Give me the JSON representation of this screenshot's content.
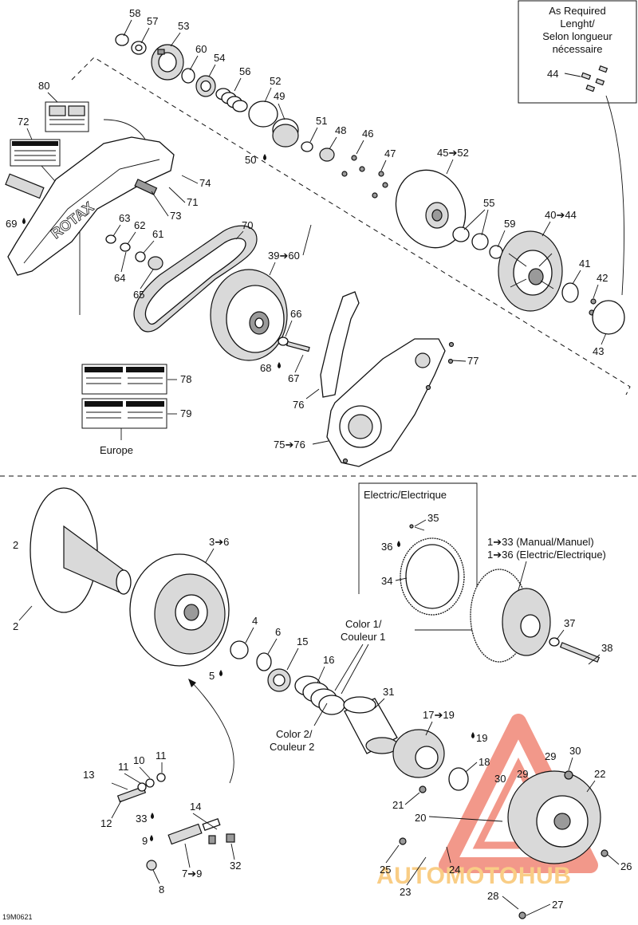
{
  "notes": {
    "as_required": [
      "As Required",
      "Lenght/",
      "Selon longueur",
      "nécessaire"
    ],
    "electric": "Electric/Electrique",
    "europe": "Europe",
    "color1": [
      "Color 1/",
      "Couleur 1"
    ],
    "color2": [
      "Color 2/",
      "Couleur 2"
    ],
    "range_manual": "1➔33 (Manual/Manuel)",
    "range_electric": "1➔36 (Electric/Electrique)",
    "figure_id": "19M0621"
  },
  "logos": {
    "rotax": "ROTAX",
    "watermark": "AUTOMOTOHUB"
  },
  "colors": {
    "line": "#111111",
    "shade": "#d9d9d9",
    "watermark_red": "#e8442b",
    "watermark_orange": "#f5a623"
  },
  "callouts": {
    "c58": "58",
    "c57": "57",
    "c53": "53",
    "c60": "60",
    "c54": "54",
    "c56": "56",
    "c52": "52",
    "c49": "49",
    "c51": "51",
    "c48": "48",
    "c46": "46",
    "c47": "47",
    "c50": "50",
    "c80": "80",
    "c72": "72",
    "c74": "74",
    "c71": "71",
    "c73": "73",
    "c69": "69",
    "c63": "63",
    "c62": "62",
    "c61": "61",
    "c64": "64",
    "c65": "65",
    "c70": "70",
    "c39_60": "39➔60",
    "c66": "66",
    "c68": "68",
    "c67": "67",
    "c45_52": "45➔52",
    "c55": "55",
    "c59": "59",
    "c40_44": "40➔44",
    "c41": "41",
    "c42": "42",
    "c43": "43",
    "c44": "44",
    "c77": "77",
    "c76": "76",
    "c75_76": "75➔76",
    "c78": "78",
    "c79": "79",
    "c2": "2",
    "c3_6": "3➔6",
    "c4": "4",
    "c6": "6",
    "c5": "5",
    "c15": "15",
    "c16": "16",
    "c31": "31",
    "c17_19": "17➔19",
    "c19": "19",
    "c18": "18",
    "c29a": "29",
    "c30a": "30",
    "c30b": "30",
    "c29b": "29",
    "c22": "22",
    "c13": "13",
    "c11a": "11",
    "c10": "10",
    "c11b": "11",
    "c12": "12",
    "c33": "33",
    "c9": "9",
    "c14": "14",
    "c7_9": "7➔9",
    "c32": "32",
    "c8": "8",
    "c21": "21",
    "c20": "20",
    "c25": "25",
    "c23": "23",
    "c24": "24",
    "c26": "26",
    "c28": "28",
    "c27": "27",
    "c35": "35",
    "c36": "36",
    "c34": "34",
    "c37": "37",
    "c38": "38"
  }
}
